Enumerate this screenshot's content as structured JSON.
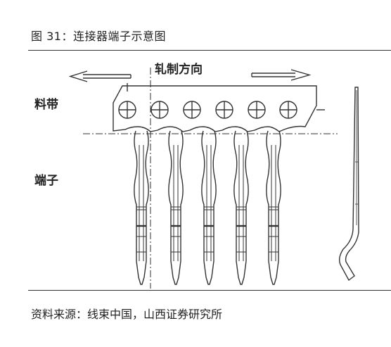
{
  "figure": {
    "title": "图 31：连接器端子示意图",
    "source": "资料来源：线束中国，山西证券研究所"
  },
  "diagram": {
    "rolling_direction_label": "轧制方向",
    "strip_label": "料带",
    "terminal_label": "端子",
    "pilot_hole_count": 6,
    "terminal_count": 5
  },
  "colors": {
    "line": "#333333",
    "text": "#222222"
  }
}
